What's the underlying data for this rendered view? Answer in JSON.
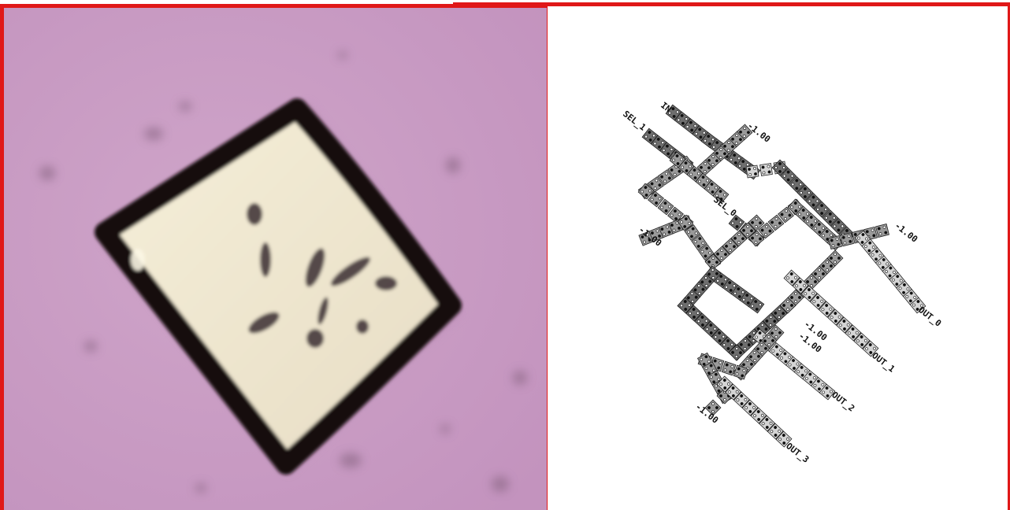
{
  "colors": {
    "frame": "#e01818",
    "background_pink": "#c99ec4",
    "crystal_fill": "#f0e6cf",
    "crystal_border": "#111111",
    "tile_dark": "#6e6e6e",
    "tile_mid": "#9a9a9a",
    "tile_light": "#d4d4d4"
  },
  "circuit": {
    "labels": {
      "in": "IN",
      "sel_1": "SEL_1",
      "sel_0": "SEL_0",
      "val_top": "-1.00",
      "val_left": "-1.00",
      "val_right": "-1.00",
      "val_mid": "-1.00",
      "val_bottom": "-1.00",
      "out_0": "OUT_0",
      "out_1": "OUT_1",
      "out_2": "OUT_2",
      "out_3": "OUT_3"
    }
  }
}
